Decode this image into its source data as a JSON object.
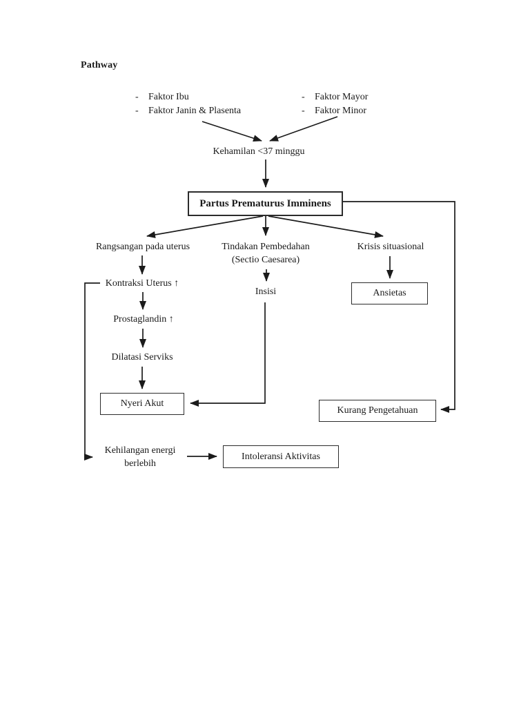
{
  "title": "Pathway",
  "ink": "#1a1a1a",
  "background": "#ffffff",
  "factors": {
    "bullet": "-",
    "left": {
      "items": [
        "Faktor Ibu",
        "Faktor Janin & Plasenta"
      ]
    },
    "right": {
      "items": [
        "Faktor Mayor",
        "Faktor Minor"
      ]
    }
  },
  "nodes": {
    "kehamilan": "Kehamilan <37 minggu",
    "partus": "Partus Prematurus Imminens",
    "rangsangan": "Rangsangan pada uterus",
    "tindakan_line1": "Tindakan Pembedahan",
    "tindakan_line2": "(Sectio Caesarea)",
    "krisis": "Krisis situasional",
    "kontraksi": "Kontraksi Uterus ↑",
    "prostaglandin": "Prostaglandin ↑",
    "dilatasi": "Dilatasi Serviks",
    "insisi": "Insisi",
    "nyeri": "Nyeri Akut",
    "ansietas": "Ansietas",
    "kurang": "Kurang Pengetahuan",
    "kehilangan_line1": "Kehilangan energi",
    "kehilangan_line2": "berlebih",
    "intoleransi": "Intoleransi Aktivitas"
  }
}
